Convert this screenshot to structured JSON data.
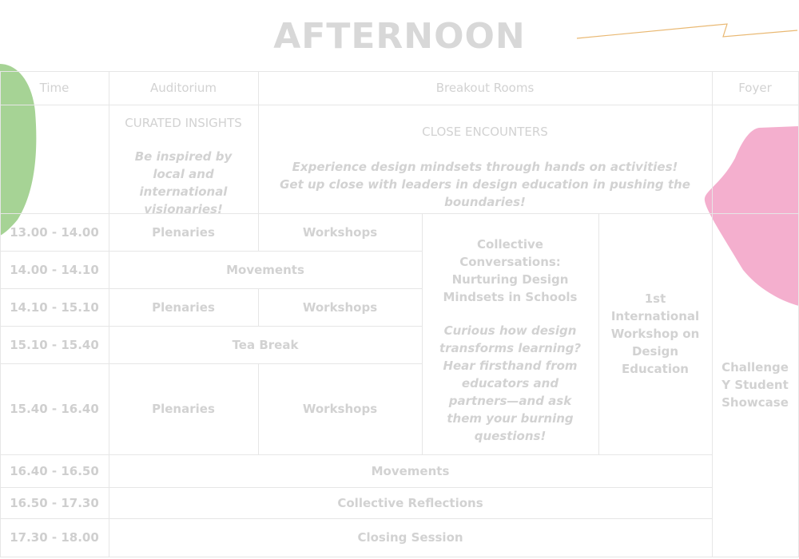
{
  "title": "AFTERNOON",
  "colors": {
    "green_blob": "#a6d395",
    "pink_blob": "#f4afce",
    "squiggle": "#e9b872",
    "text": "#d2d2d2",
    "grid_lines": "#e6e6e6"
  },
  "headers": {
    "time": "Time",
    "auditorium": "Auditorium",
    "breakout": "Breakout Rooms",
    "foyer": "Foyer"
  },
  "intro": {
    "curated_title": "CURATED INSIGHTS",
    "curated_desc": "Be inspired by local and international visionaries!",
    "close_title": "CLOSE ENCOUNTERS",
    "close_desc_1": "Experience design mindsets through hands on activities!",
    "close_desc_2": "Get up close with leaders in design education in pushing the boundaries!"
  },
  "times": [
    "13.00 - 14.00",
    "14.00 - 14.10",
    "14.10 - 15.10",
    "15.10 - 15.40",
    "15.40 - 16.40",
    "16.40 - 16.50",
    "16.50 - 17.30",
    "17.30 - 18.00"
  ],
  "sessions": {
    "plenaries": "Plenaries",
    "workshops": "Workshops",
    "movements": "Movements",
    "tea_break": "Tea Break",
    "collective_title": "Collective Conversations: Nurturing Design Mindsets in Schools",
    "collective_desc": "Curious how design transforms learning? Hear firsthand from educators and partners—and ask them your burning questions!",
    "workshop_design_ed": "1st International Workshop on Design Education",
    "challenge_y": "Challenge Y Student Showcase",
    "collective_reflections": "Collective Reflections",
    "closing_session": "Closing Session"
  }
}
